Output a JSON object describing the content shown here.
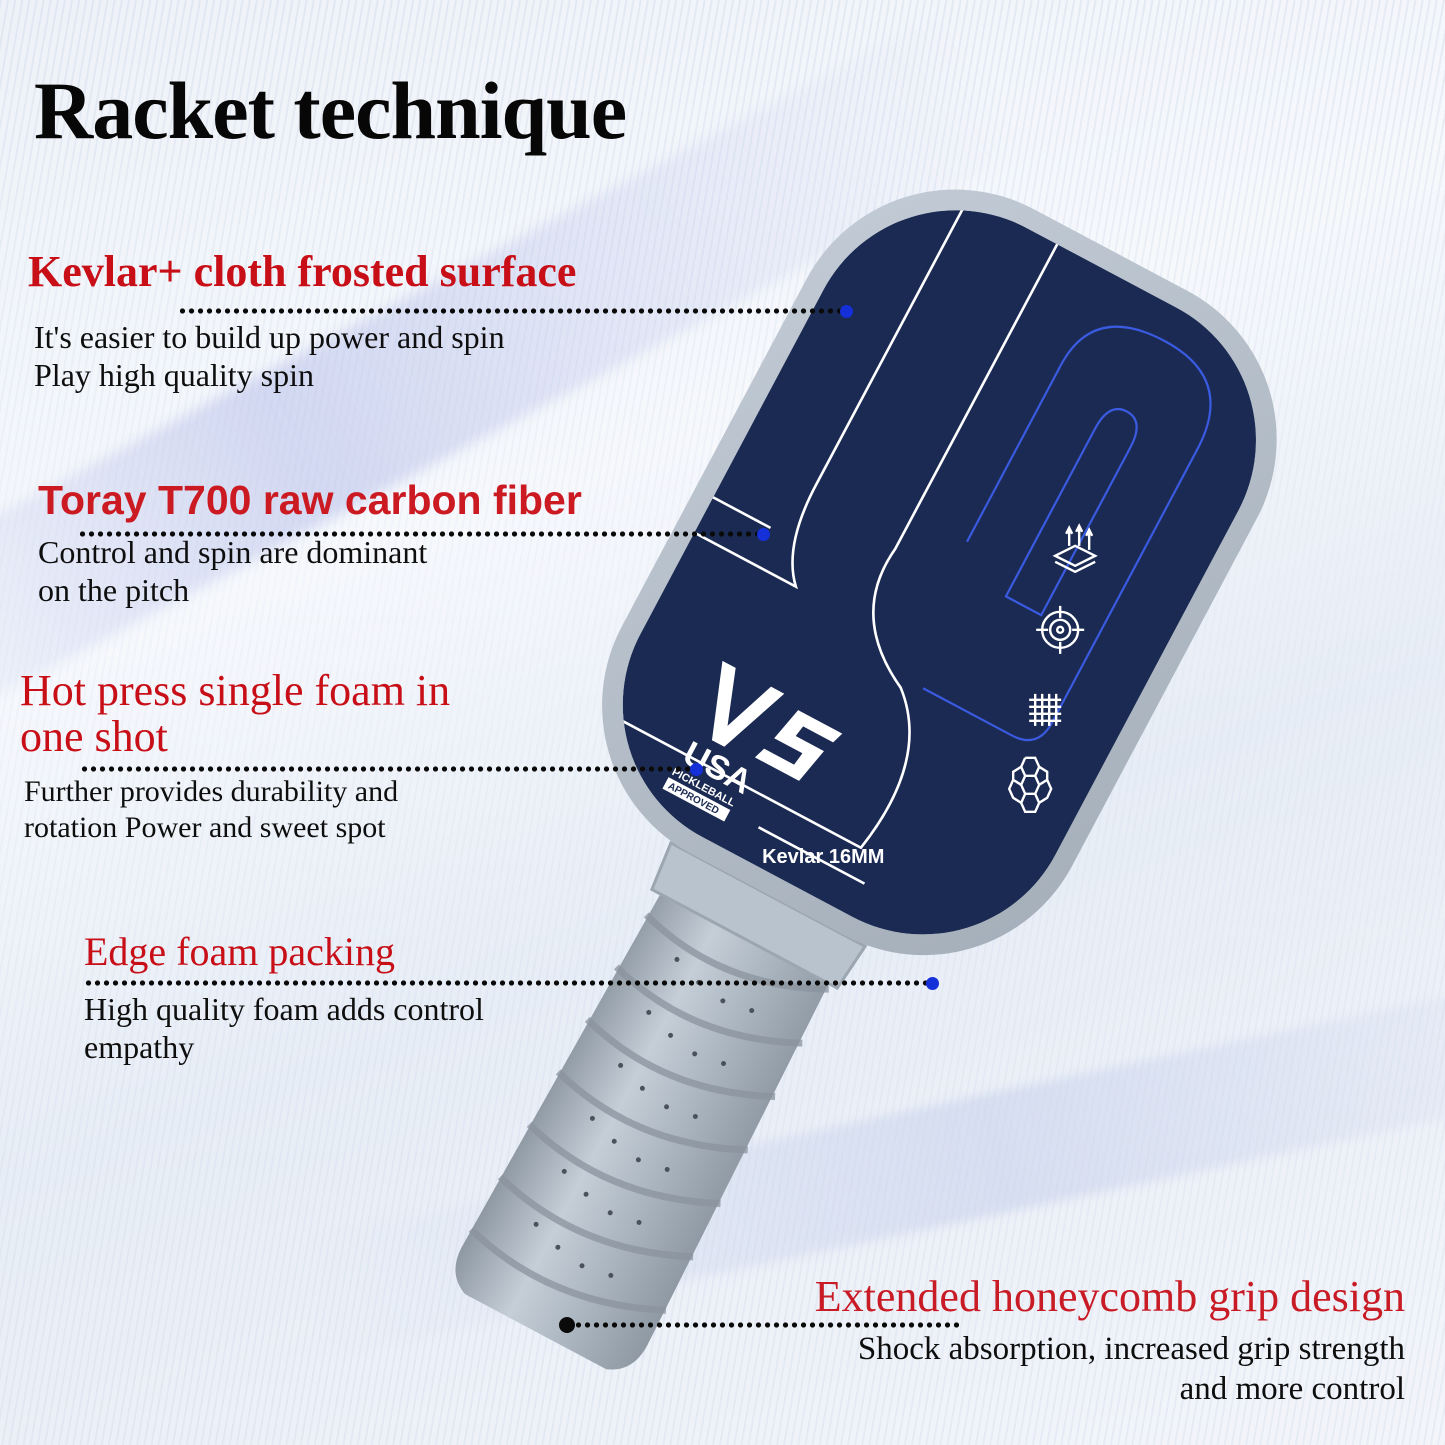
{
  "title": "Racket technique",
  "colors": {
    "heading_red": "#c80f18",
    "body_text": "#0e0e0e",
    "leader_dot": "#0a0a0a",
    "leader_end_dot": "#1530d8",
    "paddle_face": "#1b2a52",
    "paddle_edge": "#b7c1cc",
    "grip": "#a9b3bd",
    "line_art_white": "#ffffff",
    "line_art_blue": "#3a5ae0"
  },
  "callouts": [
    {
      "heading": "Kevlar+ cloth frosted surface",
      "body": [
        "It's easier to build up power and spin",
        "Play high quality spin"
      ]
    },
    {
      "heading": "Toray T700 raw carbon fiber",
      "body": [
        "Control and spin are dominant",
        "on the pitch"
      ]
    },
    {
      "heading": [
        "Hot press single foam in",
        "one shot"
      ],
      "body": [
        "Further provides durability and",
        "rotation Power and sweet spot"
      ]
    },
    {
      "heading": "Edge foam packing",
      "body": [
        "High quality foam adds control",
        "empathy"
      ]
    },
    {
      "heading": "Extended honeycomb grip design",
      "body": [
        "Shock absorption, increased grip strength",
        "and more control"
      ]
    }
  ],
  "paddle": {
    "brand_logo": "VS",
    "certification": {
      "line1": "USA",
      "line2": "PICKLEBALL",
      "line3": "APPROVED"
    },
    "spec_label": "Kevlar  16MM",
    "feature_icons": [
      "layered-surface-icon",
      "target-icon",
      "weave-mesh-icon",
      "honeycomb-icon"
    ]
  }
}
